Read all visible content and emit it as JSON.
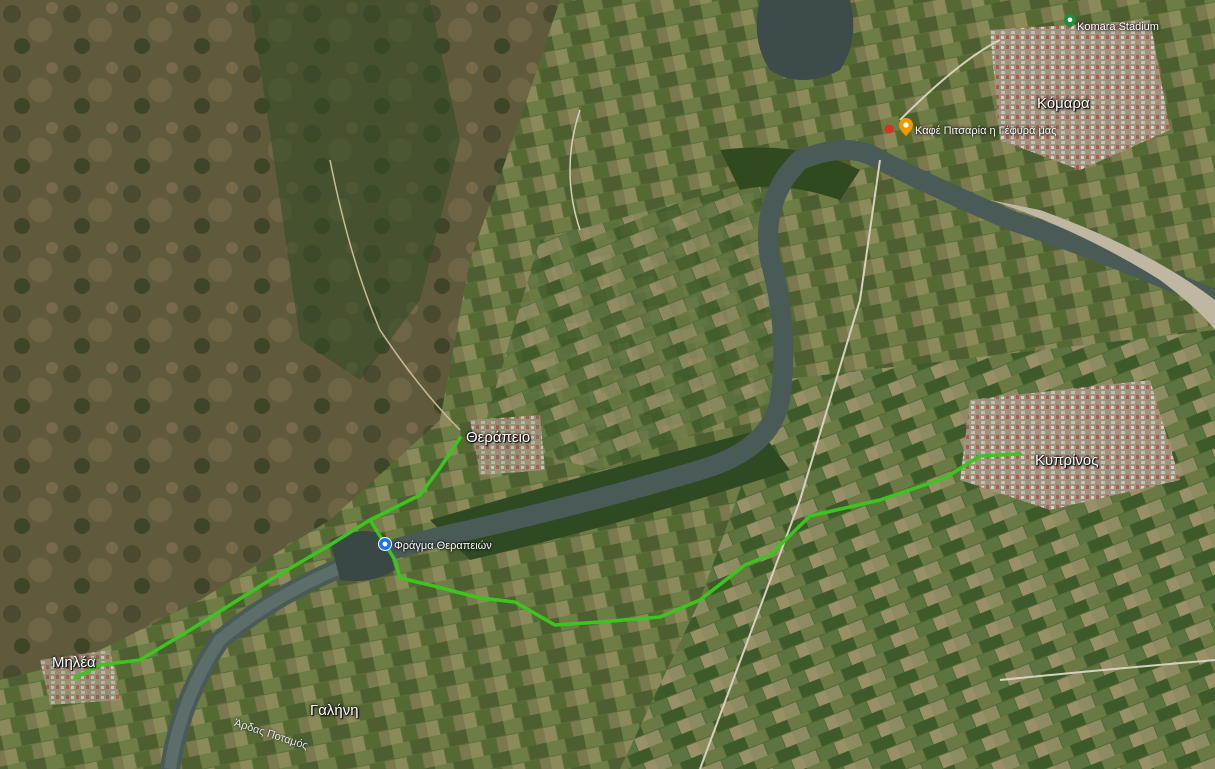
{
  "map": {
    "type": "satellite",
    "route_color": "#3cc41f",
    "places": [
      {
        "id": "komara",
        "label": "Κόμαρα"
      },
      {
        "id": "kyprinos",
        "label": "Κυπρίνος"
      },
      {
        "id": "therapeio",
        "label": "Θεράπειο"
      },
      {
        "id": "mylea",
        "label": "Μηλέα"
      },
      {
        "id": "galini",
        "label": "Γαλήνη"
      }
    ],
    "pois": [
      {
        "id": "stadium",
        "label": "Komara Stadium",
        "icon": "stadium-pin-icon",
        "color": "#1e8e3e"
      },
      {
        "id": "cafe",
        "label": "Καφέ Πιτσαρία η Γέφυρα μας",
        "icon": "cafe-pin-icon",
        "color": "#f29900"
      },
      {
        "id": "dam",
        "label": "Φράγμα Θεραπειών",
        "icon": "landmark-pin-icon",
        "color": "#1a73e8"
      }
    ],
    "river_label": "Άρδας Ποταμός"
  }
}
